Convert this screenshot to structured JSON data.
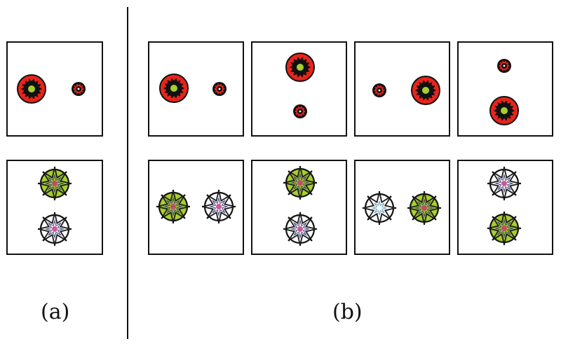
{
  "captions": {
    "a": "(a)",
    "b": "(b)"
  },
  "colors": {
    "red": "#e8241b",
    "lime": "#a8cd2e",
    "black": "#111111",
    "white": "#ffffff",
    "outline": "#1a1a1a"
  },
  "panels": [
    {
      "id": "a-top",
      "group": "a",
      "glyphs": [
        {
          "kind": "red-gear",
          "size": "large"
        },
        {
          "kind": "red-gear",
          "size": "small"
        }
      ]
    },
    {
      "id": "a-bottom",
      "group": "a",
      "glyphs": [
        {
          "kind": "star-lime"
        },
        {
          "kind": "star-white"
        }
      ]
    },
    {
      "id": "b-top-1",
      "group": "b",
      "glyphs": [
        {
          "kind": "red-gear",
          "size": "large"
        },
        {
          "kind": "red-gear",
          "size": "small"
        }
      ]
    },
    {
      "id": "b-top-2",
      "group": "b",
      "glyphs": [
        {
          "kind": "red-gear",
          "size": "large"
        },
        {
          "kind": "red-gear",
          "size": "small"
        }
      ]
    },
    {
      "id": "b-top-3",
      "group": "b",
      "glyphs": [
        {
          "kind": "red-gear",
          "size": "small"
        },
        {
          "kind": "red-gear",
          "size": "large"
        }
      ]
    },
    {
      "id": "b-top-4",
      "group": "b",
      "glyphs": [
        {
          "kind": "red-gear",
          "size": "small"
        },
        {
          "kind": "red-gear",
          "size": "large"
        }
      ]
    },
    {
      "id": "b-bottom-1",
      "group": "b",
      "glyphs": [
        {
          "kind": "star-lime"
        },
        {
          "kind": "star-white"
        }
      ]
    },
    {
      "id": "b-bottom-2",
      "group": "b",
      "glyphs": [
        {
          "kind": "star-lime"
        },
        {
          "kind": "star-white"
        }
      ]
    },
    {
      "id": "b-bottom-3",
      "group": "b",
      "glyphs": [
        {
          "kind": "star-white-plain"
        },
        {
          "kind": "star-lime"
        }
      ]
    },
    {
      "id": "b-bottom-4",
      "group": "b",
      "glyphs": [
        {
          "kind": "star-white"
        },
        {
          "kind": "star-lime"
        }
      ]
    }
  ]
}
